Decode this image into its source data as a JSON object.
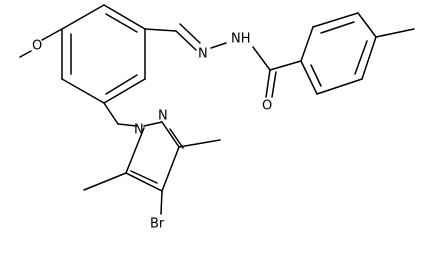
{
  "molecule": {
    "atom_labels": {
      "methoxy_oxygen": "O",
      "imine_nitrogen": "N",
      "hydrazide_nitrogen": "NH",
      "carbonyl_oxygen": "O",
      "pyrazole_n1": "N",
      "pyrazole_n2": "N",
      "bromine": "Br"
    }
  }
}
